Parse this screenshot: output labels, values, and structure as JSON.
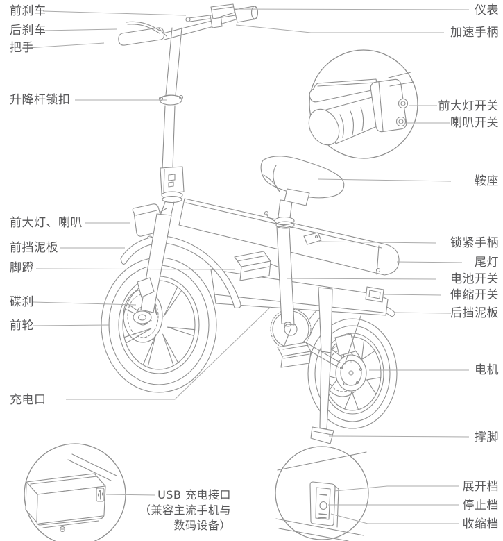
{
  "diagram_title": "",
  "labels": {
    "left": [
      {
        "id": "front-brake",
        "text": "前刹车"
      },
      {
        "id": "rear-brake",
        "text": "后刹车"
      },
      {
        "id": "handle-grip",
        "text": "把手"
      },
      {
        "id": "seatpost-lock",
        "text": "升降杆锁扣"
      },
      {
        "id": "headlight-horn",
        "text": "前大灯、喇叭"
      },
      {
        "id": "front-fender",
        "text": "前挡泥板"
      },
      {
        "id": "pedal",
        "text": "脚蹬"
      },
      {
        "id": "disc-brake",
        "text": "碟刹"
      },
      {
        "id": "front-wheel",
        "text": "前轮"
      },
      {
        "id": "charging-port",
        "text": "充电口"
      }
    ],
    "right": [
      {
        "id": "meter",
        "text": "仪表"
      },
      {
        "id": "throttle",
        "text": "加速手柄"
      },
      {
        "id": "headlight-switch",
        "text": "前大灯开关"
      },
      {
        "id": "horn-switch",
        "text": "喇叭开关"
      },
      {
        "id": "saddle",
        "text": "鞍座"
      },
      {
        "id": "locking-lever",
        "text": "锁紧手柄"
      },
      {
        "id": "tail-light",
        "text": "尾灯"
      },
      {
        "id": "battery-switch",
        "text": "电池开关"
      },
      {
        "id": "telescopic-switch",
        "text": "伸缩开关"
      },
      {
        "id": "rear-fender",
        "text": "后挡泥板"
      },
      {
        "id": "motor",
        "text": "电机"
      },
      {
        "id": "kickstand",
        "text": "撑脚"
      },
      {
        "id": "unfold-gear",
        "text": "展开档"
      },
      {
        "id": "stop-gear",
        "text": "停止档"
      },
      {
        "id": "retract-gear",
        "text": "收缩档"
      }
    ],
    "usb_note": {
      "line1": "USB 充电接口",
      "line2": "（兼容主流手机与",
      "line3": "数码设备）"
    }
  },
  "colors": {
    "background": "#ffffff",
    "artwork_line": "#8f8f8f",
    "leader_line": "#ababab",
    "label_text": "#58585a"
  }
}
